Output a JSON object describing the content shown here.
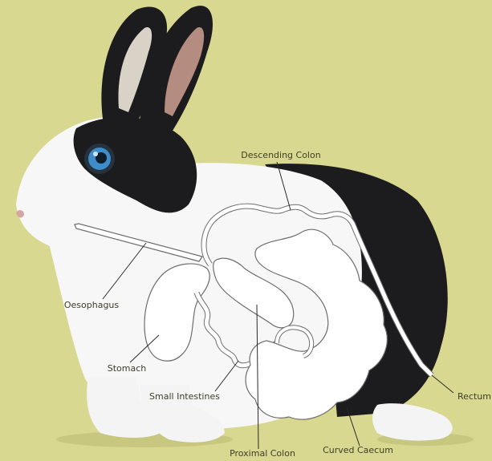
{
  "labels": {
    "descending_colon": "Descending Colon",
    "oesophagus": "Oesophagus",
    "stomach": "Stomach",
    "small_intestines": "Small Intestines",
    "proximal_colon": "Proximal Colon",
    "curved_caecum": "Curved Caecum",
    "rectum": "Rectum"
  },
  "colors": {
    "background": "#d9d890",
    "fur_white": "#f7f7f7",
    "fur_black": "#1c1c1e",
    "organ_fill": "#ffffff",
    "organ_outline": "#6e6e6e",
    "leader_line": "#2a2a2a",
    "label_text": "#3e3e2a",
    "eye": "#3e8cc9"
  }
}
